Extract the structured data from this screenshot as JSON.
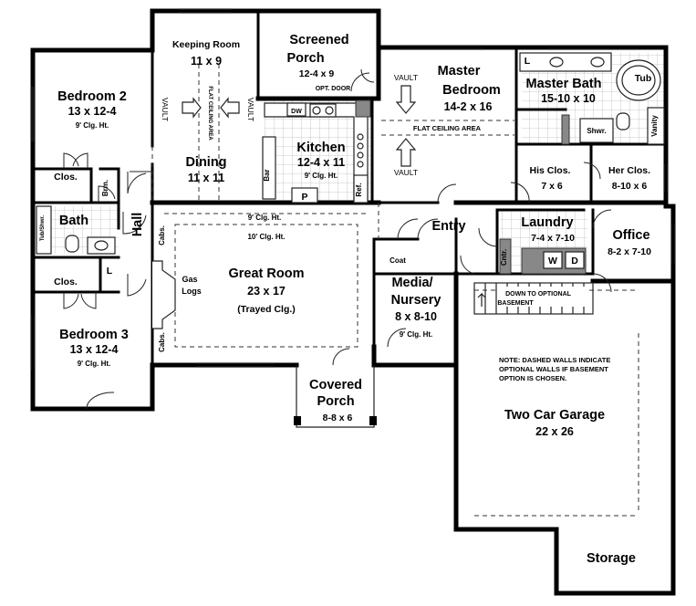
{
  "rooms": {
    "bedroom2": {
      "name": "Bedroom 2",
      "dim": "13 x 12-4",
      "ceiling": "9' Clg. Ht."
    },
    "keeping": {
      "name": "Keeping Room",
      "dim": "11 x 9"
    },
    "screened": {
      "name_line1": "Screened",
      "name_line2": "Porch",
      "dim": "12-4 x 9",
      "opt_door": "OPT. DOOR"
    },
    "master_bed": {
      "name_line1": "Master",
      "name_line2": "Bedroom",
      "dim": "14-2 x 16",
      "flat_ceiling": "FLAT CEILING AREA"
    },
    "master_bath": {
      "name": "Master Bath",
      "dim": "15-10 x 10",
      "tub": "Tub",
      "shower": "Shwr.",
      "vanity": "Vanity"
    },
    "dining": {
      "name": "Dining",
      "dim": "11 x 11",
      "flat_ceiling": "FLAT CEILING AREA"
    },
    "kitchen": {
      "name": "Kitchen",
      "dim": "12-4 x 11",
      "ceiling": "9' Clg. Ht.",
      "dw": "DW",
      "bar": "Bar",
      "pantry": "P",
      "ref": "Ref."
    },
    "his_clos": {
      "name": "His Clos.",
      "dim": "7 x 6"
    },
    "her_clos": {
      "name": "Her Clos.",
      "dim": "8-10 x 6"
    },
    "bath": {
      "name": "Bath",
      "tubshwr": "Tub/Shwr."
    },
    "hall": {
      "name": "Hall"
    },
    "great_room": {
      "name": "Great Room",
      "dim": "23 x 17",
      "note": "(Trayed Clg.)",
      "ceiling_9": "9' Clg. Ht.",
      "ceiling_10": "10' Clg. Ht.",
      "gas_line1": "Gas",
      "gas_line2": "Logs"
    },
    "entry": {
      "name": "Entry",
      "coat": "Coat"
    },
    "laundry": {
      "name": "Laundry",
      "dim": "7-4 x 7-10",
      "washer": "W",
      "dryer": "D",
      "cntr": "Cntr."
    },
    "office": {
      "name": "Office",
      "dim": "8-2 x 7-10"
    },
    "media": {
      "name_line1": "Media/",
      "name_line2": "Nursery",
      "dim": "8 x 8-10",
      "ceiling": "9' Clg. Ht."
    },
    "bedroom3": {
      "name": "Bedroom 3",
      "dim": "13 x 12-4",
      "ceiling": "9' Clg. Ht."
    },
    "covered_porch": {
      "name_line1": "Covered",
      "name_line2": "Porch",
      "dim": "8-8 x 6"
    },
    "garage": {
      "name": "Two Car Garage",
      "dim": "22 x 26",
      "note_line1": "NOTE: DASHED WALLS INDICATE",
      "note_line2": "OPTIONAL WALLS IF BASEMENT",
      "note_line3": "OPTION IS CHOSEN."
    },
    "stairs": {
      "label_line1": "DOWN TO OPTIONAL",
      "label_line2": "BASEMENT"
    },
    "storage": {
      "name": "Storage"
    }
  },
  "labels": {
    "clos": "Clos.",
    "brm": "Brm.",
    "linen": "L",
    "cabs": "Cabs.",
    "vault": "VAULT"
  }
}
